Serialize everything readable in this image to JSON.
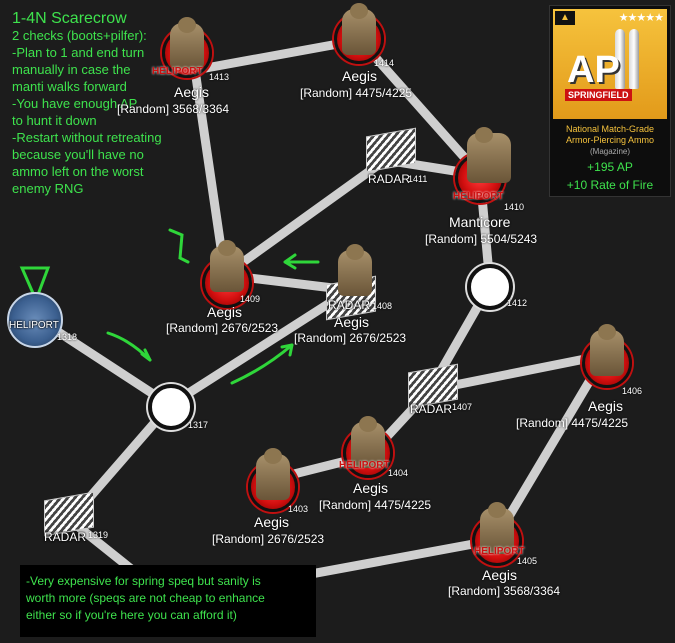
{
  "notes": {
    "title": "1-4N Scarecrow",
    "lines": [
      "2 checks (boots+pilfer):",
      "-Plan to 1 and end turn",
      "  manually in case the",
      "  manti walks forward",
      "-You have enough AP",
      "  to hunt it down",
      "-Restart without retreating",
      "  because you'll have no",
      "  ammo left on the worst",
      "  enemy RNG"
    ]
  },
  "bottom_note": {
    "lines": [
      "-Very expensive for spring speq but sanity is",
      "  worth more (speqs are not cheap to enhance",
      "  either so if you're here you can afford it)"
    ]
  },
  "card": {
    "stars": "★★★★★",
    "big": "AP",
    "brand": "SPRINGFIELD",
    "name_line1": "National Match-Grade",
    "name_line2": "Armor-Piercing Ammo",
    "type": "(Magazine)",
    "stat1": "+195 AP",
    "stat2": "+10 Rate of Fire",
    "accent": "#f6c33d"
  },
  "nodes": {
    "n1413": {
      "id": "1413",
      "name": "Aegis",
      "stats": "[Random] 3568/3364",
      "heliport": "HELIPORT"
    },
    "n1414": {
      "id": "1414",
      "name": "Aegis",
      "stats": "[Random] 4475/4225"
    },
    "n1411": {
      "id": "1411",
      "label": "RADAR"
    },
    "n1410": {
      "id": "1410",
      "name": "Manticore",
      "stats": "[Random] 5504/5243",
      "heliport": "HELIPORT"
    },
    "n1409": {
      "id": "1409",
      "name": "Aegis",
      "stats": "[Random] 2676/2523"
    },
    "n1408": {
      "id": "1408",
      "label": "RADAR",
      "name": "Aegis",
      "stats": "[Random] 2676/2523"
    },
    "n1412": {
      "id": "1412"
    },
    "n1318": {
      "id": "1318",
      "label": "HELIPORT"
    },
    "n1317": {
      "id": "1317"
    },
    "n1407": {
      "id": "1407",
      "label": "RADAR"
    },
    "n1406": {
      "id": "1406",
      "name": "Aegis",
      "stats": "[Random] 4475/4225"
    },
    "n1404": {
      "id": "1404",
      "name": "Aegis",
      "stats": "[Random] 4475/4225",
      "heliport": "HELIPORT"
    },
    "n1403": {
      "id": "1403",
      "name": "Aegis",
      "stats": "[Random] 2676/2523"
    },
    "n1319": {
      "id": "1319",
      "label": "RADAR"
    },
    "n1405": {
      "id": "1405",
      "name": "Aegis",
      "stats": "[Random] 3568/3364",
      "heliport": "HELIPORT"
    }
  },
  "colors": {
    "annotation": "#3ee24d",
    "enemy": "#d20f0f",
    "path": "#d6d6d6"
  }
}
